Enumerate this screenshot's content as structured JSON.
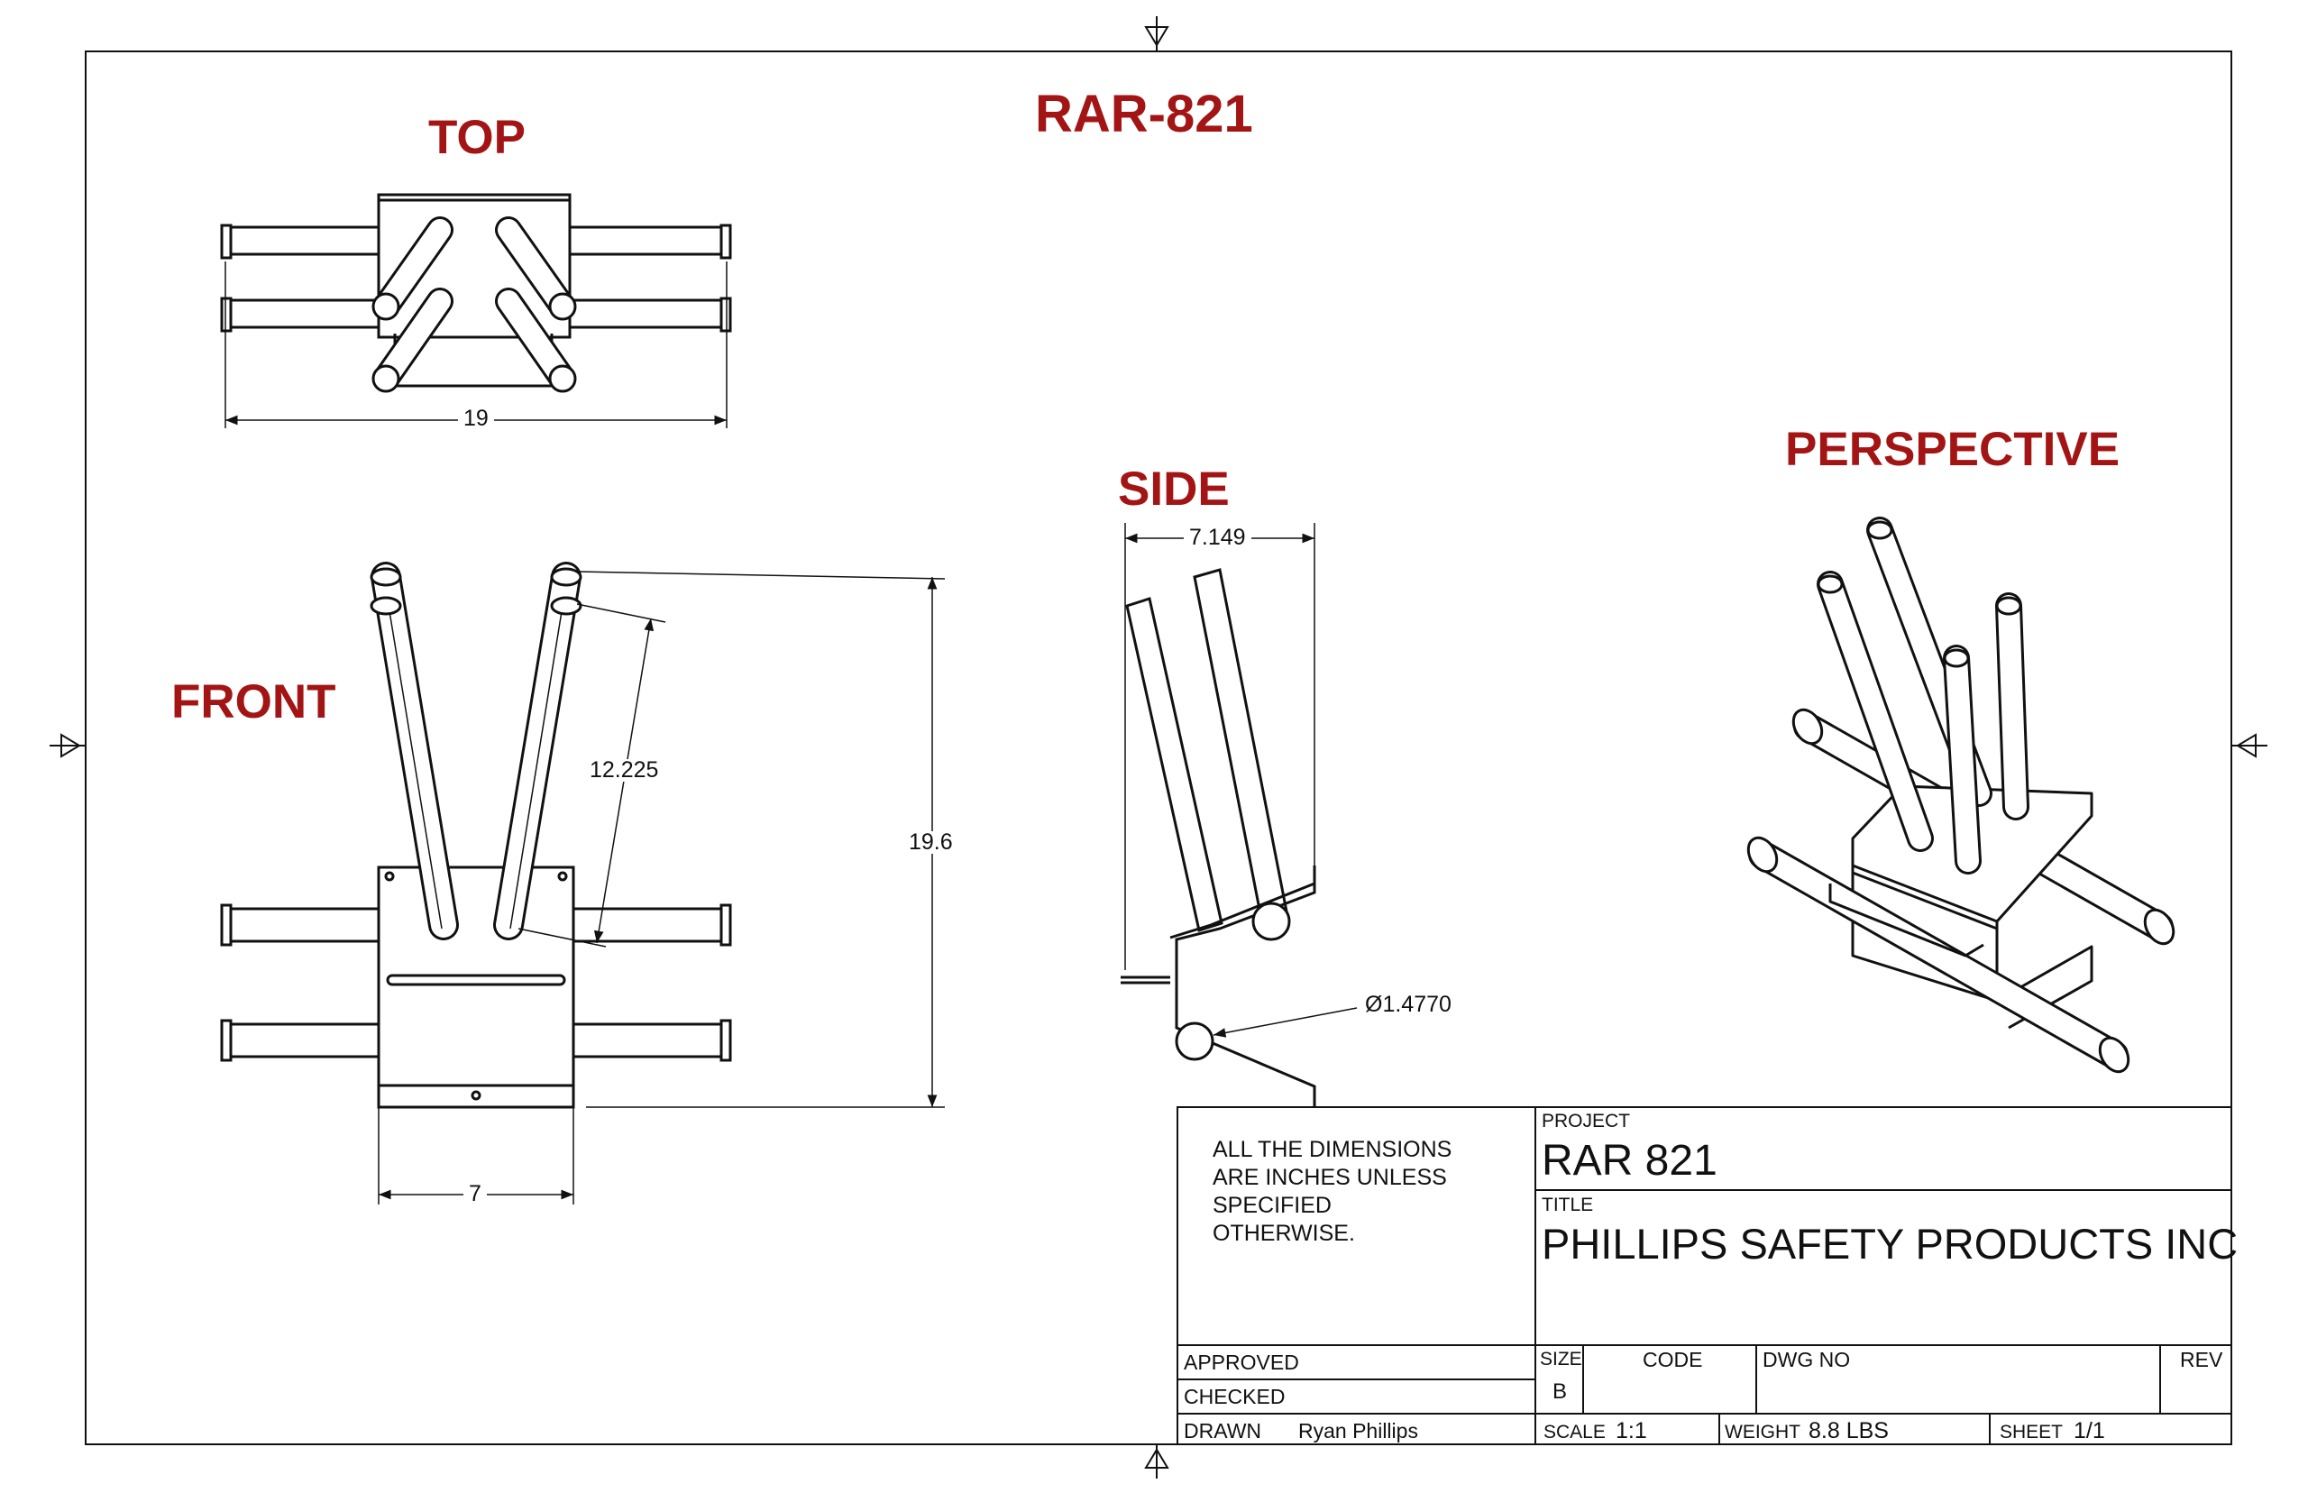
{
  "drawing_title": "RAR-821",
  "views": {
    "top": "TOP",
    "front": "FRONT",
    "side": "SIDE",
    "perspective": "PERSPECTIVE"
  },
  "dimensions": {
    "top_width": "19",
    "front_base_width": "7",
    "front_height": "19.6",
    "front_tube_length": "12.225",
    "side_depth": "7.149",
    "side_diameter": "Ø1.4770"
  },
  "title_block": {
    "note_lines": [
      "ALL THE DIMENSIONS",
      "ARE INCHES UNLESS",
      "SPECIFIED",
      "OTHERWISE."
    ],
    "project_label": "PROJECT",
    "project_value": "RAR 821",
    "title_label": "TITLE",
    "title_value": "PHILLIPS SAFETY PRODUCTS INC",
    "approved_label": "APPROVED",
    "checked_label": "CHECKED",
    "drawn_label": "DRAWN",
    "drawn_value": "Ryan Phillips",
    "size_label": "SIZE",
    "size_value": "B",
    "code_label": "CODE",
    "dwg_no_label": "DWG NO",
    "rev_label": "REV",
    "scale_label": "SCALE",
    "scale_value": "1:1",
    "weight_label": "WEIGHT",
    "weight_value": "8.8 LBS",
    "sheet_label": "SHEET",
    "sheet_value": "1/1"
  },
  "colors": {
    "view_label": "#a31515",
    "line": "#111111"
  }
}
